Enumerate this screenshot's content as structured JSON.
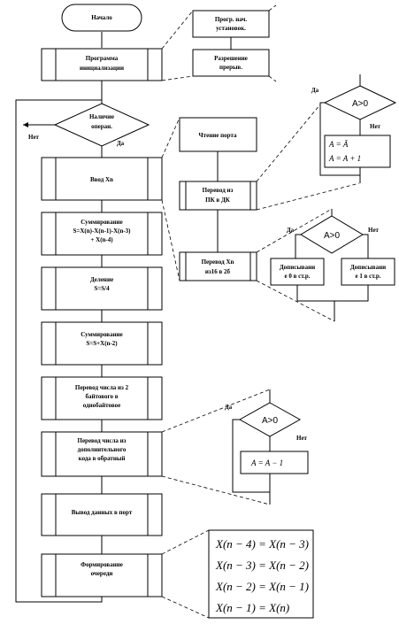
{
  "main": {
    "start": "Начало",
    "init_program": [
      "Программа",
      "инициализации"
    ],
    "data_available": [
      "Наличие",
      "операн."
    ],
    "yes": "Да",
    "no": "Нет",
    "input": "Ввод Xn",
    "sum1": [
      "Суммирование",
      "S=X(n)-X(n-1)-X(n-3)",
      "+ X(n-4)"
    ],
    "division": [
      "Деление",
      "S=S/4"
    ],
    "sum2": [
      "Суммирование",
      "S=S+X(n-2)"
    ],
    "convert_bytes": [
      "Перевод числа из 2",
      "байтового в",
      "однобайтовое"
    ],
    "convert_code": [
      "Перевод числа из",
      "дополнительного",
      "кода в обратный"
    ],
    "output": "Вывод данных в порт",
    "queue": [
      "Формирование",
      "очереди"
    ]
  },
  "init_detail": {
    "port_setup": [
      "Прогр. нач.",
      "установок."
    ],
    "interrupt_enable": [
      "Разрешение",
      "прерыв."
    ]
  },
  "input_detail": {
    "read_port": "Чтение порта",
    "to_dk": [
      "Перевод из",
      "ПК в ДК"
    ],
    "to_2b": [
      "Перевод Xn",
      "из16 в 2б"
    ]
  },
  "inverse_detail": {
    "condition": "A>0",
    "yes": "Да",
    "no": "Нет",
    "formula_1": "A = Ā",
    "formula_2": "A = A + 1"
  },
  "pad_detail": {
    "condition": "A>0",
    "yes": "Да",
    "no": "Нет",
    "pad_zero": [
      "Дописывани",
      "е 0 в ст.р."
    ],
    "pad_one": [
      "Дописывани",
      "е 1 в ст.р."
    ]
  },
  "reverse_detail": {
    "condition": "A>0",
    "yes": "Да",
    "no": "Нет",
    "formula": "A = A − 1"
  },
  "queue_detail": {
    "formulas": [
      "X(n − 4) = X(n − 3)",
      "X(n − 3) = X(n − 2)",
      "X(n − 2) = X(n − 1)",
      "X(n − 1) = X(n)"
    ]
  }
}
